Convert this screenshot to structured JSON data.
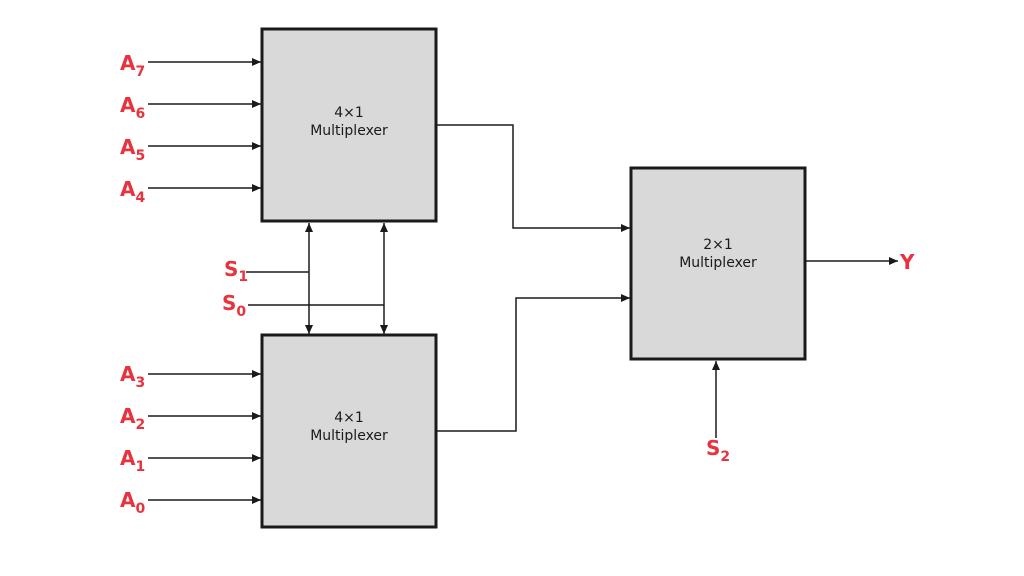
{
  "colors": {
    "signal": "#e8323d",
    "box_fill": "#d9d9d9",
    "line": "#1a1a1a"
  },
  "mux_top": {
    "line1": "4×1",
    "line2": "Multiplexer"
  },
  "mux_bottom": {
    "line1": "4×1",
    "line2": "Multiplexer"
  },
  "mux_right": {
    "line1": "2×1",
    "line2": "Multiplexer"
  },
  "inputs": {
    "A7": {
      "base": "A",
      "sub": "7"
    },
    "A6": {
      "base": "A",
      "sub": "6"
    },
    "A5": {
      "base": "A",
      "sub": "5"
    },
    "A4": {
      "base": "A",
      "sub": "4"
    },
    "A3": {
      "base": "A",
      "sub": "3"
    },
    "A2": {
      "base": "A",
      "sub": "2"
    },
    "A1": {
      "base": "A",
      "sub": "1"
    },
    "A0": {
      "base": "A",
      "sub": "0"
    }
  },
  "selects": {
    "S1": {
      "base": "S",
      "sub": "1"
    },
    "S0": {
      "base": "S",
      "sub": "0"
    },
    "S2": {
      "base": "S",
      "sub": "2"
    }
  },
  "output": {
    "label": "Y"
  }
}
